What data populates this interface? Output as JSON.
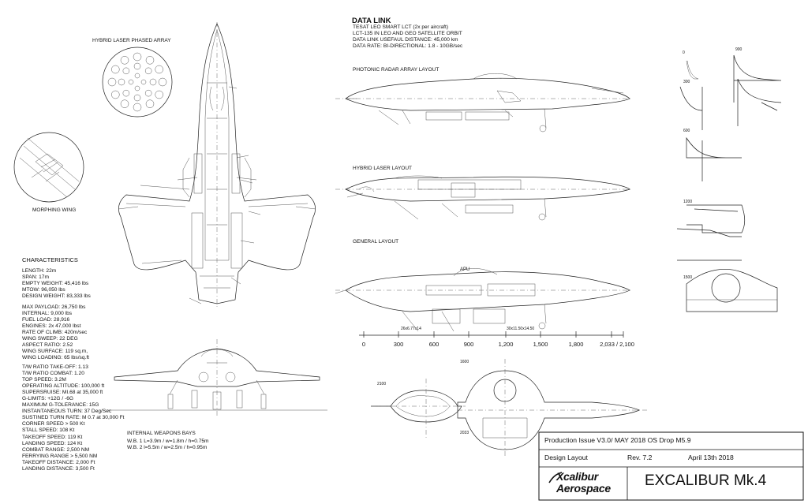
{
  "labels": {
    "hybrid_laser_phased_array": "HYBRID LASER PHASED ARRAY",
    "morphing_wing": "MORPHING WING",
    "photonic_radar_array_layout": "PHOTONIC RADAR ARRAY LAYOUT",
    "hybrid_laser_layout": "HYBRID LASER LAYOUT",
    "general_layout": "GENERAL LAYOUT",
    "apu": "APU",
    "characteristics": "CHARACTERISTICS",
    "internal_weapons_bays": "INTERNAL WEAPONS BAYS",
    "bay_dims": "26x6.77x14",
    "bay_dims2": "30x11.50x14.50"
  },
  "data_link": {
    "title": "DATA LINK",
    "lines": [
      "TESAT LEO SMART LCT (2x per aircraft)",
      "LCT-135 IN LEO AND GEO SATELLITE ORBIT",
      "DATA LINK USEFAUL DISTANCE: 45,000 km",
      "DATA RATE: BI-DIRECTIONAL: 1.8 - 10GB/sec"
    ]
  },
  "characteristics": {
    "group1": [
      "LENGTH: 22m",
      "SPAN: 17m",
      "EMPTY WEIGHT: 45,416 lbs",
      "MTOW: 96,050 lbs",
      "DESIGN WEIGHT: 83,333 lbs"
    ],
    "group2": [
      "MAX PAYLOAD: 26,750 lbs",
      "INTERNAL: 9,000 lbs",
      "FUEL LOAD: 28,916",
      "ENGINES: 2x 47,000 lbst",
      "RATE OF CLIMB: 420m/sec",
      "WING SWEEP: 22 DEG",
      "ASPECT RATIO: 2.52",
      "WING SURFACE: 119 sq.m,",
      "WING LOADING: 65 lbs/sq.ft"
    ],
    "group3": [
      "T/W RATIO TAKE-OFF: 1.13",
      "T/W RATIO COMBAT: 1.20",
      "TOP SPEED: 3.2M",
      "OPERATING ALTITUDE: 100,000 ft",
      "SUPERSRUISE: MI.68 at 35,000 ft",
      "G-LIMITS: +12G / -6G",
      "MAXIMUM G-TOLERANCE: 15G",
      "INSTANTANEOUS TURN: 37 Deg/Sec",
      "SUSTINED TURN RATE: M 0.7 at 30,000 Ft",
      "CORNER SPEED > 500 Kt",
      "STALL SPEED: 108 Kt",
      "TAKEOFF SPEED: 119 Kt",
      "LANDING SPEED: 124 Kt",
      "COMBAT RANGE: 2,500 NM",
      "FERRYING RANGE > 5,500 NM",
      "TAKEOFF DISTANCE: 2,000 Ft",
      "LANDING DISTANCE: 3,500 Ft"
    ]
  },
  "weapons_bays": [
    "W.B. 1 L=3.9m / w=1.8m / h=0.75m",
    "W.B. 2 l=5.5m / w=2.5m / h=0.95m"
  ],
  "scale_ticks": [
    "0",
    "300",
    "600",
    "900",
    "1,200",
    "1,500",
    "1,800",
    "2,033 / 2,100"
  ],
  "section_labels": [
    "0",
    "900",
    "300",
    "600",
    "1200",
    "1500",
    "2100",
    "1600",
    "2033"
  ],
  "title_block": {
    "production": "Production Issue V3.0/ MAY 2018 OS Drop M5.9",
    "design_layout": "Design Layout",
    "rev": "Rev. 7.2",
    "date": "April 13th 2018",
    "logo_line1": "Xcalibur",
    "logo_line2": "Aerospace",
    "aircraft_name": "EXCALIBUR Mk.4"
  }
}
